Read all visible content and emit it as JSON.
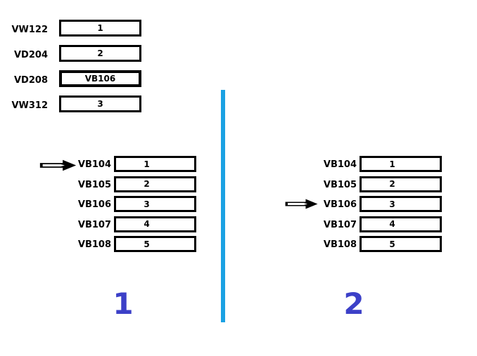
{
  "colors": {
    "divider": "#1BA1E3",
    "step_number": "#3C40C8",
    "box_border": "#000000",
    "arrow": "#000000"
  },
  "register_table": {
    "rows": [
      {
        "label": "VW122",
        "value": "1"
      },
      {
        "label": "VD204",
        "value": "2"
      },
      {
        "label": "VD208",
        "value": "VB106"
      },
      {
        "label": "VW312",
        "value": "3"
      }
    ]
  },
  "panel_1": {
    "step_label": "1",
    "pointer_row": "VB104",
    "pointer_icon": "right-block-arrow-icon",
    "rows": [
      {
        "label": "VB104",
        "value": "1"
      },
      {
        "label": "VB105",
        "value": "2"
      },
      {
        "label": "VB106",
        "value": "3"
      },
      {
        "label": "VB107",
        "value": "4"
      },
      {
        "label": "VB108",
        "value": "5"
      }
    ]
  },
  "panel_2": {
    "step_label": "2",
    "pointer_row": "VB106",
    "pointer_icon": "right-block-arrow-icon",
    "rows": [
      {
        "label": "VB104",
        "value": "1"
      },
      {
        "label": "VB105",
        "value": "2"
      },
      {
        "label": "VB106",
        "value": "3"
      },
      {
        "label": "VB107",
        "value": "4"
      },
      {
        "label": "VB108",
        "value": "5"
      }
    ]
  }
}
